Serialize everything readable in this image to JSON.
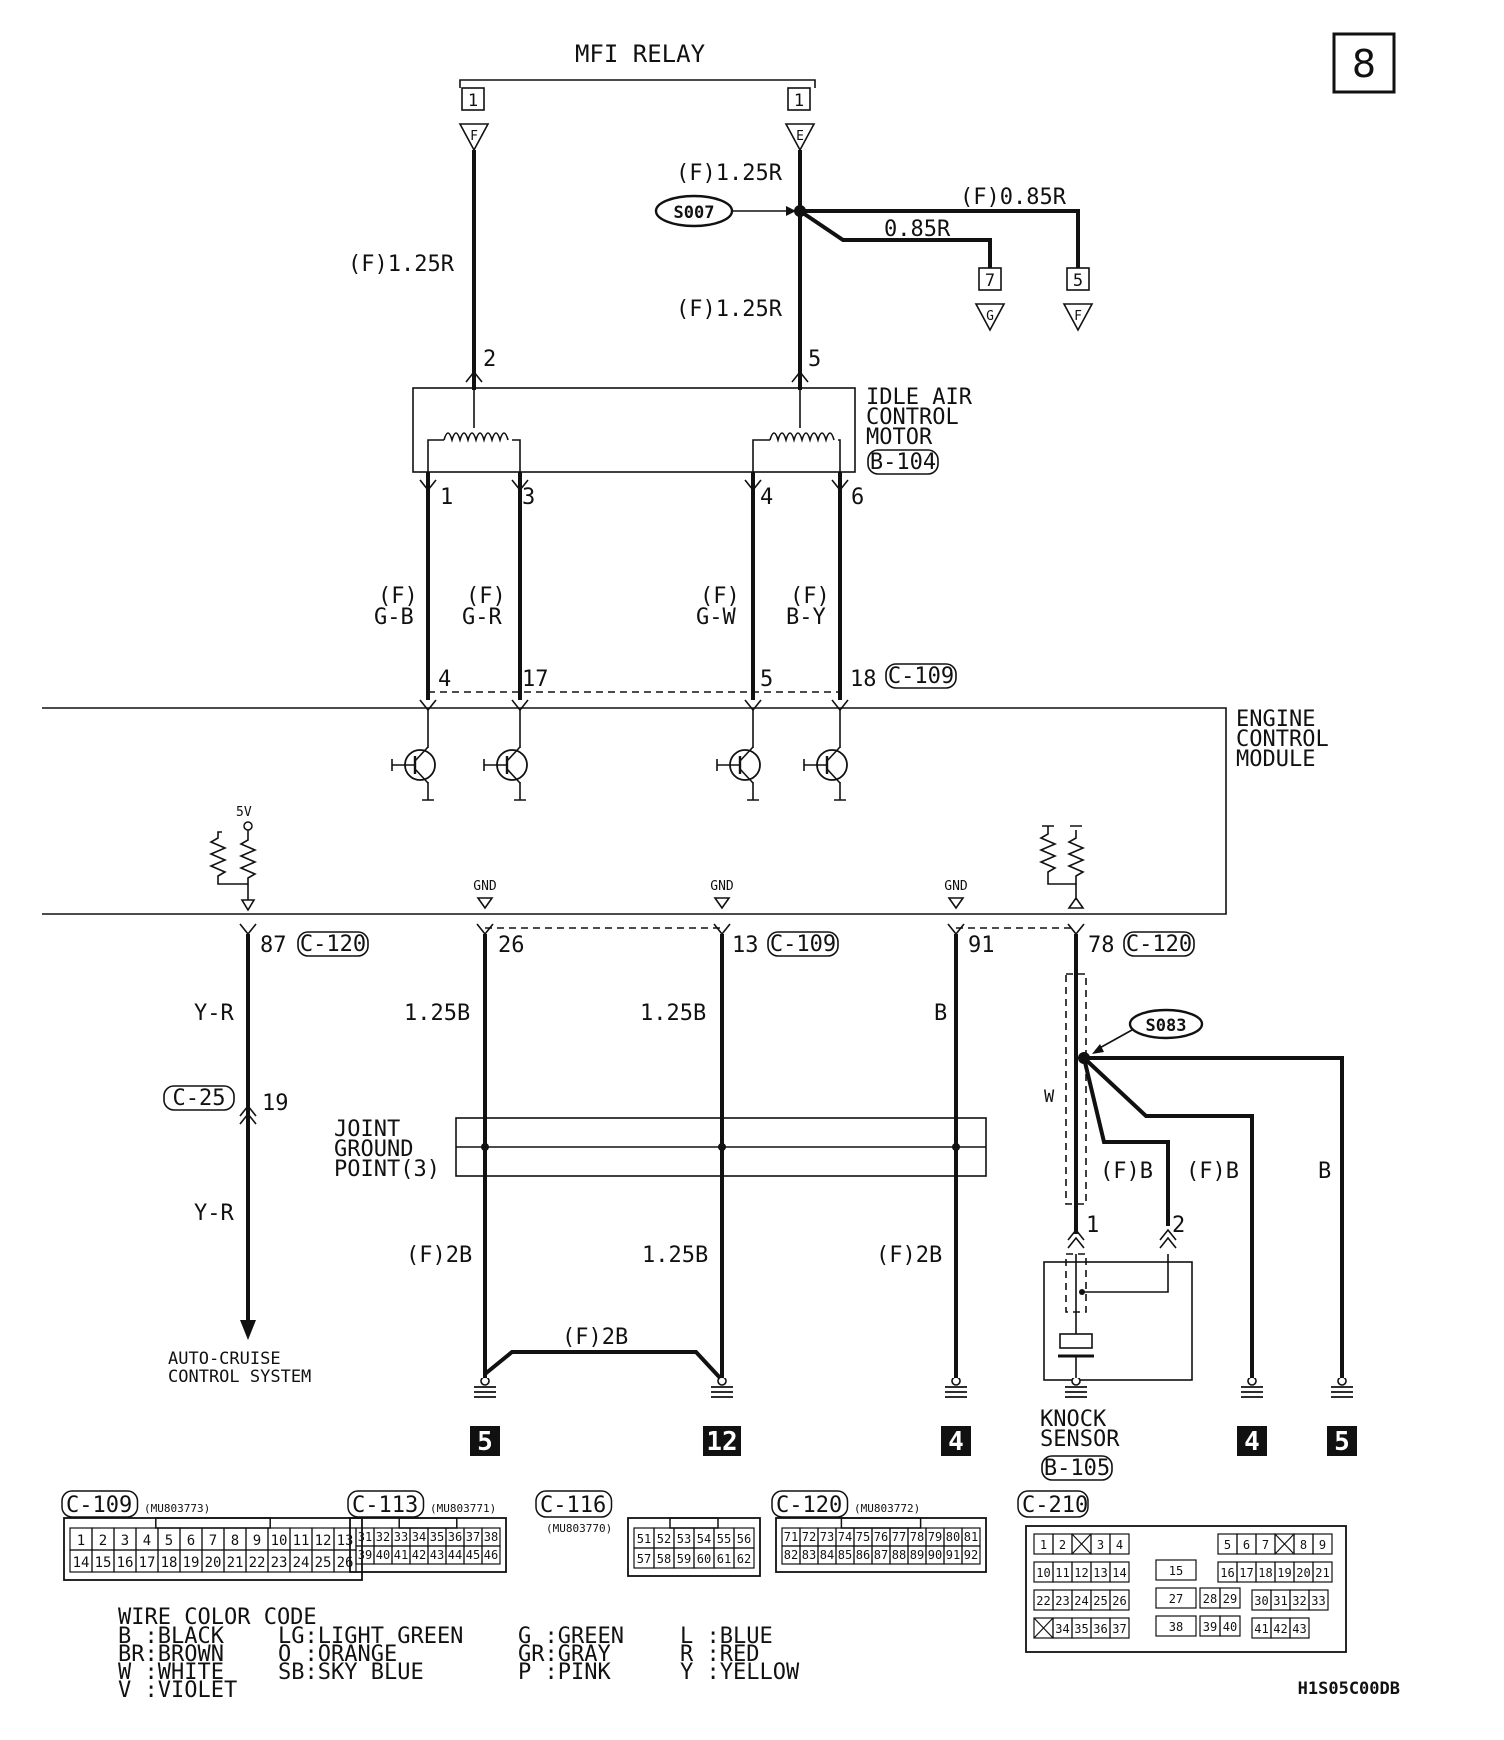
{
  "page_number": "8",
  "doc_code": "H1S05C00DB",
  "mfi_relay": {
    "label": "MFI RELAY",
    "terminal_left": "1",
    "terminal_right": "1",
    "conn_left": "F",
    "conn_right": "E"
  },
  "splice_top": {
    "id": "S007",
    "wire_in": "(F)1.25R",
    "wire_a": "0.85R",
    "wire_b": "(F)0.85R",
    "ref_a": "7",
    "ref_a_conn": "G",
    "ref_b": "5",
    "ref_b_conn": "F"
  },
  "left_wire_top": "(F)1.25R",
  "right_wire_top": "(F)1.25R",
  "iac_motor": {
    "line1": "IDLE AIR",
    "line2": "CONTROL",
    "line3": "MOTOR",
    "connector": "B-104",
    "pin_in_left": "2",
    "pin_in_right": "5",
    "pins": [
      "1",
      "3",
      "4",
      "6"
    ]
  },
  "iac_wires": [
    {
      "fam": "(F)",
      "color": "G-B",
      "ecm_pin": "4"
    },
    {
      "fam": "(F)",
      "color": "G-R",
      "ecm_pin": "17"
    },
    {
      "fam": "(F)",
      "color": "G-W",
      "ecm_pin": "5"
    },
    {
      "fam": "(F)",
      "color": "B-Y",
      "ecm_pin": "18"
    }
  ],
  "ecm": {
    "line1": "ENGINE",
    "line2": "CONTROL",
    "line3": "MODULE",
    "conn_top": "C-109",
    "v5": "5V",
    "gnd1": "GND",
    "gnd2": "GND",
    "gnd3": "GND"
  },
  "ecm_bottom": {
    "pin87": "87",
    "pin87_conn": "C-120",
    "pin26": "26",
    "pin13": "13",
    "pin13_conn": "C-109",
    "pin91": "91",
    "pin78": "78",
    "pin78_conn": "C-120"
  },
  "cruise": {
    "wire1": "Y-R",
    "conn": "C-25",
    "pin": "19",
    "wire2": "Y-R",
    "line1": "AUTO-CRUISE",
    "line2": "CONTROL SYSTEM"
  },
  "grounds_wires": {
    "w26": "1.25B",
    "w13": "1.25B",
    "w91": "B",
    "w26_low": "(F)2B",
    "w13_low": "1.25B",
    "w91_low": "(F)2B",
    "bridge": "(F)2B"
  },
  "joint_ground": {
    "line1": "JOINT",
    "line2": "GROUND",
    "line3": "POINT(3)"
  },
  "knock": {
    "splice": "S083",
    "shield": "W",
    "wire_a": "(F)B",
    "wire_b": "(F)B",
    "wire_c": "B",
    "pin1": "1",
    "pin2": "2",
    "line1": "KNOCK",
    "line2": "SENSOR",
    "connector": "B-105"
  },
  "ground_refs": [
    "5",
    "12",
    "4",
    "4",
    "5"
  ],
  "connectors": [
    {
      "id": "C-109",
      "part": "(MU803773)",
      "row1": [
        "1",
        "2",
        "3",
        "4",
        "5",
        "6",
        "7",
        "8",
        "9",
        "10",
        "11",
        "12",
        "13"
      ],
      "row2": [
        "14",
        "15",
        "16",
        "17",
        "18",
        "19",
        "20",
        "21",
        "22",
        "23",
        "24",
        "25",
        "26"
      ]
    },
    {
      "id": "C-113",
      "part": "(MU803771)",
      "row1": [
        "31",
        "32",
        "33",
        "34",
        "35",
        "36",
        "37",
        "38"
      ],
      "row2": [
        "39",
        "40",
        "41",
        "42",
        "43",
        "44",
        "45",
        "46"
      ]
    },
    {
      "id": "C-116",
      "part": "(MU803770)",
      "row1": [
        "51",
        "52",
        "53",
        "54",
        "55",
        "56"
      ],
      "row2": [
        "57",
        "58",
        "59",
        "60",
        "61",
        "62"
      ]
    },
    {
      "id": "C-120",
      "part": "(MU803772)",
      "row1": [
        "71",
        "72",
        "73",
        "74",
        "75",
        "76",
        "77",
        "78",
        "79",
        "80",
        "81"
      ],
      "row2": [
        "82",
        "83",
        "84",
        "85",
        "86",
        "87",
        "88",
        "89",
        "90",
        "91",
        "92"
      ]
    },
    {
      "id": "C-210",
      "part": ""
    }
  ],
  "c210": {
    "left_rows": [
      [
        "1",
        "2",
        "",
        "3",
        "4"
      ],
      [
        "10",
        "11",
        "12",
        "13",
        "14"
      ],
      [
        "22",
        "23",
        "24",
        "25",
        "26"
      ],
      [
        "",
        "34",
        "35",
        "36",
        "37"
      ]
    ],
    "mid": [
      "15",
      "27",
      "28",
      "29",
      "38",
      "39",
      "40"
    ],
    "right_rows": [
      [
        "5",
        "6",
        "7",
        "",
        "8",
        "9"
      ],
      [
        "16",
        "17",
        "18",
        "19",
        "20",
        "21"
      ],
      [
        "30",
        "31",
        "32",
        "33"
      ],
      [
        "41",
        "42",
        "43"
      ]
    ]
  },
  "wire_color_code": {
    "title": "WIRE COLOR CODE",
    "entries": [
      "B :BLACK",
      "BR:BROWN",
      "W :WHITE",
      "V :VIOLET",
      "LG:LIGHT GREEN",
      "O :ORANGE",
      "SB:SKY BLUE",
      "G :GREEN",
      "GR:GRAY",
      "P :PINK",
      "L :BLUE",
      "R :RED",
      "Y :YELLOW"
    ]
  }
}
